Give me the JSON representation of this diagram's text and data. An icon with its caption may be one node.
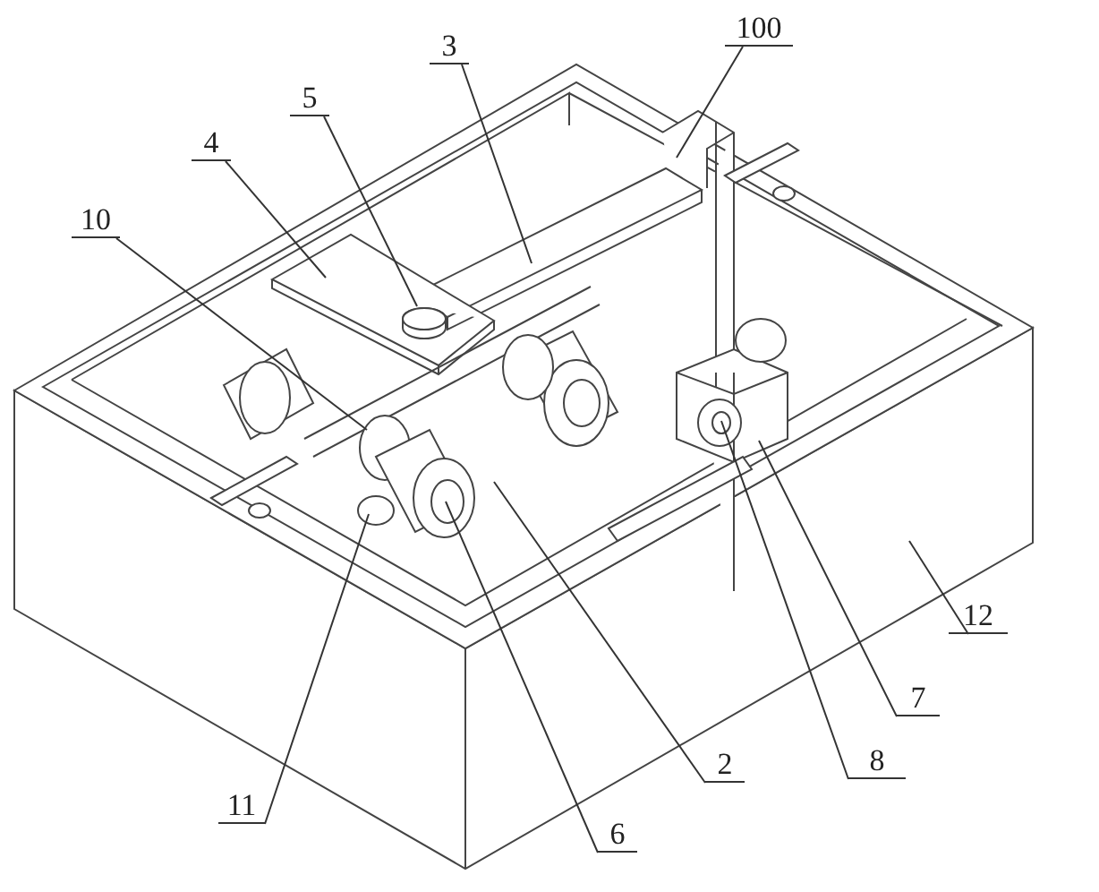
{
  "diagram": {
    "nodes": [
      {
        "text": [
          "100"
        ]
      },
      {
        "text": [
          "3"
        ]
      },
      {
        "text": [
          "5"
        ]
      },
      {
        "text": [
          "4"
        ]
      },
      {
        "text": [
          "10"
        ]
      },
      {
        "text": [
          "12"
        ]
      },
      {
        "text": [
          "7"
        ]
      },
      {
        "text": [
          "2"
        ]
      },
      {
        "text": [
          "8"
        ]
      },
      {
        "text": [
          "11"
        ]
      },
      {
        "text": [
          "6"
        ]
      }
    ],
    "edges": [
      {
        "from": 0,
        "to": null,
        "arrow": "none"
      },
      {
        "from": 1,
        "to": null,
        "arrow": "none"
      },
      {
        "from": 2,
        "to": null,
        "arrow": "none"
      },
      {
        "from": 3,
        "to": null,
        "arrow": "none"
      },
      {
        "from": 4,
        "to": null,
        "arrow": "none"
      },
      {
        "from": 5,
        "to": null,
        "arrow": "none"
      },
      {
        "from": 6,
        "to": null,
        "arrow": "none"
      },
      {
        "from": 7,
        "to": null,
        "arrow": "none"
      },
      {
        "from": 8,
        "to": null,
        "arrow": "none"
      },
      {
        "from": 9,
        "to": null,
        "arrow": "none"
      },
      {
        "from": 10,
        "to": null,
        "arrow": "none"
      }
    ]
  }
}
